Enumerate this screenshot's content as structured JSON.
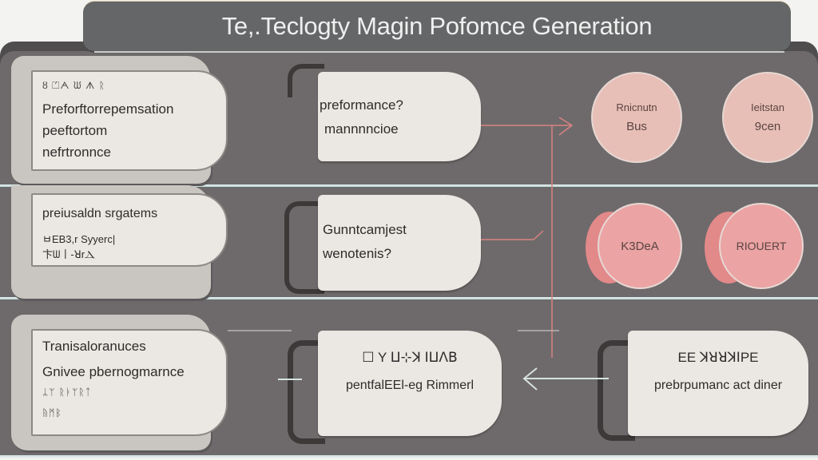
{
  "header": {
    "title": "Te,.Teclogty Magin Pofomce Generation"
  },
  "colors": {
    "panel_bg": "#6e6a6b",
    "title_bar_bg": "#646667",
    "card_bg": "#ebe8e3",
    "circle_light": "#e7bfb6",
    "circle_strong": "#eba3a3",
    "connector_red": "#d98281",
    "connector_light": "#d6e2e0",
    "divider": "#c9e0de"
  },
  "rows": [
    {
      "left_card": {
        "caption": "឴឴ȣ ⏍ᗅ ᙎ ᗑ ᚱ",
        "lines": [
          "Preforftorrepemsation",
          "peeftortom",
          "nefrtronnce"
        ]
      },
      "mid_card": {
        "lines": [
          "preformance?",
          "mannnncioe"
        ]
      },
      "circles": [
        {
          "line1": "Rnicnutn",
          "line2": "Bus"
        },
        {
          "line1": "Ieitstan",
          "line2": "9cen"
        }
      ]
    },
    {
      "left_card": {
        "heading": "preiusaldn srgatems",
        "lines": [
          "ㅂEB3,r Syyerc|",
          "卞ᗯ丨-ꓤrⲆ"
        ]
      },
      "mid_card": {
        "lines": [
          "Gunntcamjest",
          "wenotenis?"
        ]
      },
      "circles": [
        {
          "line1": "K3DeA"
        },
        {
          "line1": "RIOUERT"
        }
      ]
    },
    {
      "left_card": {
        "heading": "Tranisaloranuces",
        "subheading": "Gnivee pbernogmarnce",
        "lines": [
          "ᛦᛘ ᚱᛓᛘᚱᛏ",
          "ᚥᛗᛒ"
        ]
      },
      "mid_card": {
        "lines": [
          "☐ Y ⵡ⊹ꓘ ꓲⵡꓥꓐ",
          "pentfalEEl-eg Rimmerl"
        ]
      },
      "right_card": {
        "lines": [
          "EE ꓘꓤꓤꓘꓲPE",
          "prebrpumanc act diner"
        ]
      }
    }
  ]
}
